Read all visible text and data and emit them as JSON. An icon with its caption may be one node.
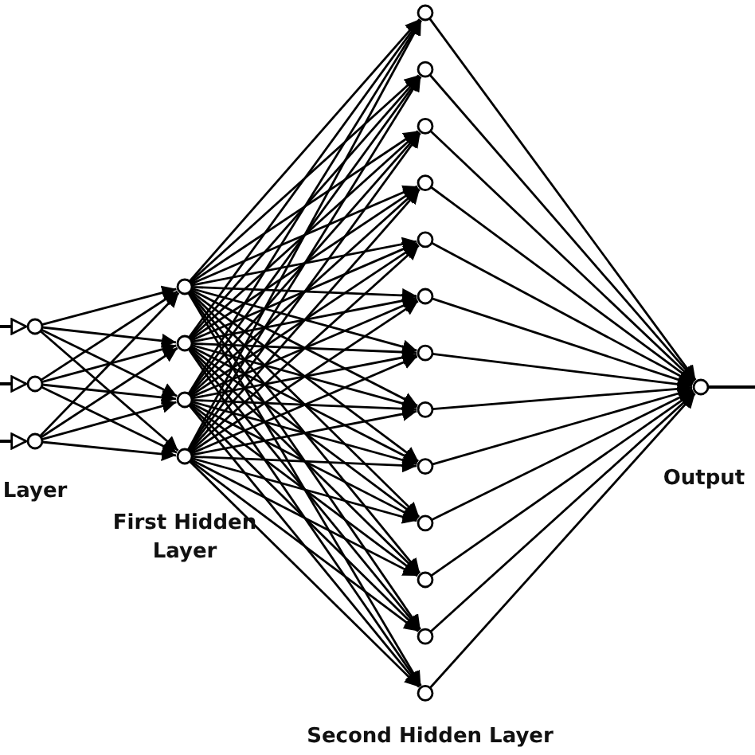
{
  "diagram": {
    "nodes": [
      {
        "text": [],
        "shape": "circle"
      },
      {
        "text": [],
        "shape": "circle"
      },
      {
        "text": [],
        "shape": "circle"
      },
      {
        "text": [],
        "shape": "circle"
      },
      {
        "text": [],
        "shape": "circle"
      },
      {
        "text": [],
        "shape": "circle"
      },
      {
        "text": [],
        "shape": "circle"
      },
      {
        "text": [],
        "shape": "circle"
      },
      {
        "text": [],
        "shape": "circle"
      },
      {
        "text": [],
        "shape": "circle"
      },
      {
        "text": [],
        "shape": "circle"
      },
      {
        "text": [],
        "shape": "circle"
      },
      {
        "text": [],
        "shape": "circle"
      },
      {
        "text": [],
        "shape": "circle"
      },
      {
        "text": [],
        "shape": "circle"
      },
      {
        "text": [],
        "shape": "circle"
      },
      {
        "text": [],
        "shape": "circle"
      },
      {
        "text": [],
        "shape": "circle"
      },
      {
        "text": [],
        "shape": "circle"
      },
      {
        "text": [],
        "shape": "circle"
      },
      {
        "text": [],
        "shape": "circle"
      }
    ],
    "edges": [
      {
        "from": null,
        "to": 0,
        "arrow": "to"
      },
      {
        "from": null,
        "to": 1,
        "arrow": "to"
      },
      {
        "from": null,
        "to": 2,
        "arrow": "to"
      },
      {
        "from": 0,
        "to": 3,
        "arrow": "to"
      },
      {
        "from": 0,
        "to": 4,
        "arrow": "to"
      },
      {
        "from": 0,
        "to": 5,
        "arrow": "to"
      },
      {
        "from": 0,
        "to": 6,
        "arrow": "to"
      },
      {
        "from": 1,
        "to": 3,
        "arrow": "to"
      },
      {
        "from": 1,
        "to": 4,
        "arrow": "to"
      },
      {
        "from": 1,
        "to": 5,
        "arrow": "to"
      },
      {
        "from": 1,
        "to": 6,
        "arrow": "to"
      },
      {
        "from": 2,
        "to": 3,
        "arrow": "to"
      },
      {
        "from": 2,
        "to": 4,
        "arrow": "to"
      },
      {
        "from": 2,
        "to": 5,
        "arrow": "to"
      },
      {
        "from": 2,
        "to": 6,
        "arrow": "to"
      },
      {
        "from": 3,
        "to": 7,
        "arrow": "to"
      },
      {
        "from": 3,
        "to": 8,
        "arrow": "to"
      },
      {
        "from": 3,
        "to": 9,
        "arrow": "to"
      },
      {
        "from": 3,
        "to": 10,
        "arrow": "to"
      },
      {
        "from": 3,
        "to": 11,
        "arrow": "to"
      },
      {
        "from": 3,
        "to": 12,
        "arrow": "to"
      },
      {
        "from": 3,
        "to": 13,
        "arrow": "to"
      },
      {
        "from": 3,
        "to": 14,
        "arrow": "to"
      },
      {
        "from": 3,
        "to": 15,
        "arrow": "to"
      },
      {
        "from": 3,
        "to": 16,
        "arrow": "to"
      },
      {
        "from": 3,
        "to": 17,
        "arrow": "to"
      },
      {
        "from": 3,
        "to": 18,
        "arrow": "to"
      },
      {
        "from": 3,
        "to": 19,
        "arrow": "to"
      },
      {
        "from": 4,
        "to": 7,
        "arrow": "to"
      },
      {
        "from": 4,
        "to": 8,
        "arrow": "to"
      },
      {
        "from": 4,
        "to": 9,
        "arrow": "to"
      },
      {
        "from": 4,
        "to": 10,
        "arrow": "to"
      },
      {
        "from": 4,
        "to": 11,
        "arrow": "to"
      },
      {
        "from": 4,
        "to": 12,
        "arrow": "to"
      },
      {
        "from": 4,
        "to": 13,
        "arrow": "to"
      },
      {
        "from": 4,
        "to": 14,
        "arrow": "to"
      },
      {
        "from": 4,
        "to": 15,
        "arrow": "to"
      },
      {
        "from": 4,
        "to": 16,
        "arrow": "to"
      },
      {
        "from": 4,
        "to": 17,
        "arrow": "to"
      },
      {
        "from": 4,
        "to": 18,
        "arrow": "to"
      },
      {
        "from": 4,
        "to": 19,
        "arrow": "to"
      },
      {
        "from": 5,
        "to": 7,
        "arrow": "to"
      },
      {
        "from": 5,
        "to": 8,
        "arrow": "to"
      },
      {
        "from": 5,
        "to": 9,
        "arrow": "to"
      },
      {
        "from": 5,
        "to": 10,
        "arrow": "to"
      },
      {
        "from": 5,
        "to": 11,
        "arrow": "to"
      },
      {
        "from": 5,
        "to": 12,
        "arrow": "to"
      },
      {
        "from": 5,
        "to": 13,
        "arrow": "to"
      },
      {
        "from": 5,
        "to": 14,
        "arrow": "to"
      },
      {
        "from": 5,
        "to": 15,
        "arrow": "to"
      },
      {
        "from": 5,
        "to": 16,
        "arrow": "to"
      },
      {
        "from": 5,
        "to": 17,
        "arrow": "to"
      },
      {
        "from": 5,
        "to": 18,
        "arrow": "to"
      },
      {
        "from": 5,
        "to": 19,
        "arrow": "to"
      },
      {
        "from": 6,
        "to": 7,
        "arrow": "to"
      },
      {
        "from": 6,
        "to": 8,
        "arrow": "to"
      },
      {
        "from": 6,
        "to": 9,
        "arrow": "to"
      },
      {
        "from": 6,
        "to": 10,
        "arrow": "to"
      },
      {
        "from": 6,
        "to": 11,
        "arrow": "to"
      },
      {
        "from": 6,
        "to": 12,
        "arrow": "to"
      },
      {
        "from": 6,
        "to": 13,
        "arrow": "to"
      },
      {
        "from": 6,
        "to": 14,
        "arrow": "to"
      },
      {
        "from": 6,
        "to": 15,
        "arrow": "to"
      },
      {
        "from": 6,
        "to": 16,
        "arrow": "to"
      },
      {
        "from": 6,
        "to": 17,
        "arrow": "to"
      },
      {
        "from": 6,
        "to": 18,
        "arrow": "to"
      },
      {
        "from": 6,
        "to": 19,
        "arrow": "to"
      },
      {
        "from": 7,
        "to": 20,
        "arrow": "to"
      },
      {
        "from": 8,
        "to": 20,
        "arrow": "to"
      },
      {
        "from": 9,
        "to": 20,
        "arrow": "to"
      },
      {
        "from": 10,
        "to": 20,
        "arrow": "to"
      },
      {
        "from": 11,
        "to": 20,
        "arrow": "to"
      },
      {
        "from": 12,
        "to": 20,
        "arrow": "to"
      },
      {
        "from": 13,
        "to": 20,
        "arrow": "to"
      },
      {
        "from": 14,
        "to": 20,
        "arrow": "to"
      },
      {
        "from": 15,
        "to": 20,
        "arrow": "to"
      },
      {
        "from": 16,
        "to": 20,
        "arrow": "to"
      },
      {
        "from": 17,
        "to": 20,
        "arrow": "to"
      },
      {
        "from": 18,
        "to": 20,
        "arrow": "to"
      },
      {
        "from": 19,
        "to": 20,
        "arrow": "to"
      },
      {
        "from": 20,
        "to": null,
        "arrow": "none"
      }
    ],
    "labels": [
      "Layer",
      "First Hidden Layer",
      "Second Hidden Layer",
      "Output"
    ]
  }
}
